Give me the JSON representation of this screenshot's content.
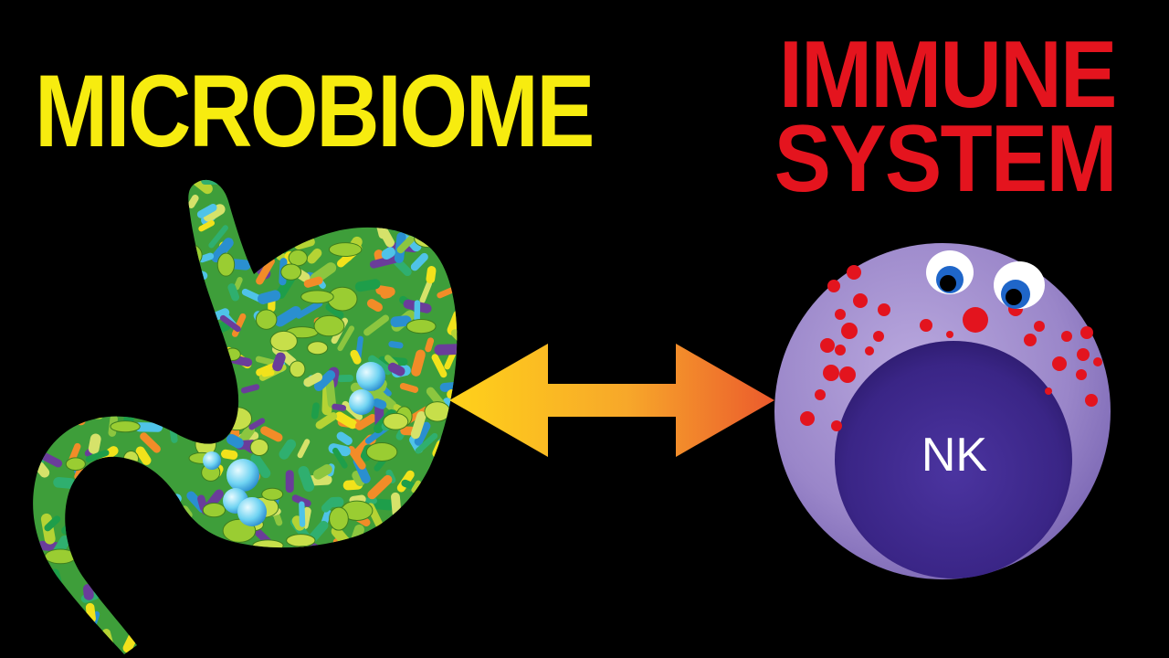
{
  "left_title": "MICROBIOME",
  "right_title": {
    "line1": "IMMUNE",
    "line2": "SYSTEM"
  },
  "cell_label": "NK",
  "colors": {
    "background": "#000000",
    "microbiome_title": "#F7EC0F",
    "immune_title": "#E4141E",
    "arrow_start": "#FFD21A",
    "arrow_end": "#EB5A2D",
    "cell_cytoplasm": "#9A86C9",
    "cell_nucleus": "#3A2586",
    "granules": "#E3141E"
  },
  "icons": {
    "stomach": "stomach-illustration",
    "cell": "nk-cell-illustration",
    "arrow": "double-headed-arrow"
  }
}
